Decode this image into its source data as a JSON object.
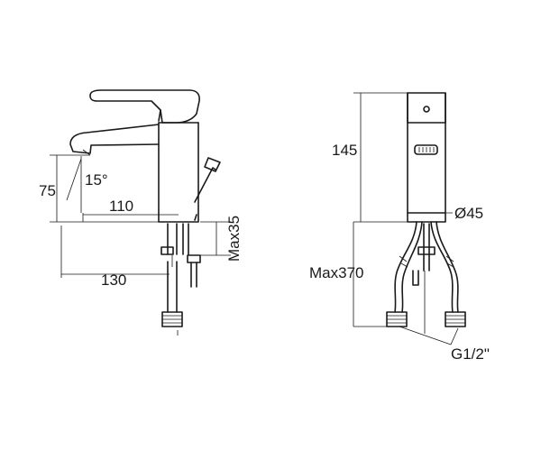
{
  "side_view": {
    "angle_label": "15°",
    "height_label": "75",
    "reach_label": "110",
    "length_label": "130",
    "max_thickness_label": "Max35"
  },
  "front_view": {
    "height_label": "145",
    "diameter_label": "Ø45",
    "hose_length_label": "Max370",
    "thread_label": "G1/2\""
  }
}
